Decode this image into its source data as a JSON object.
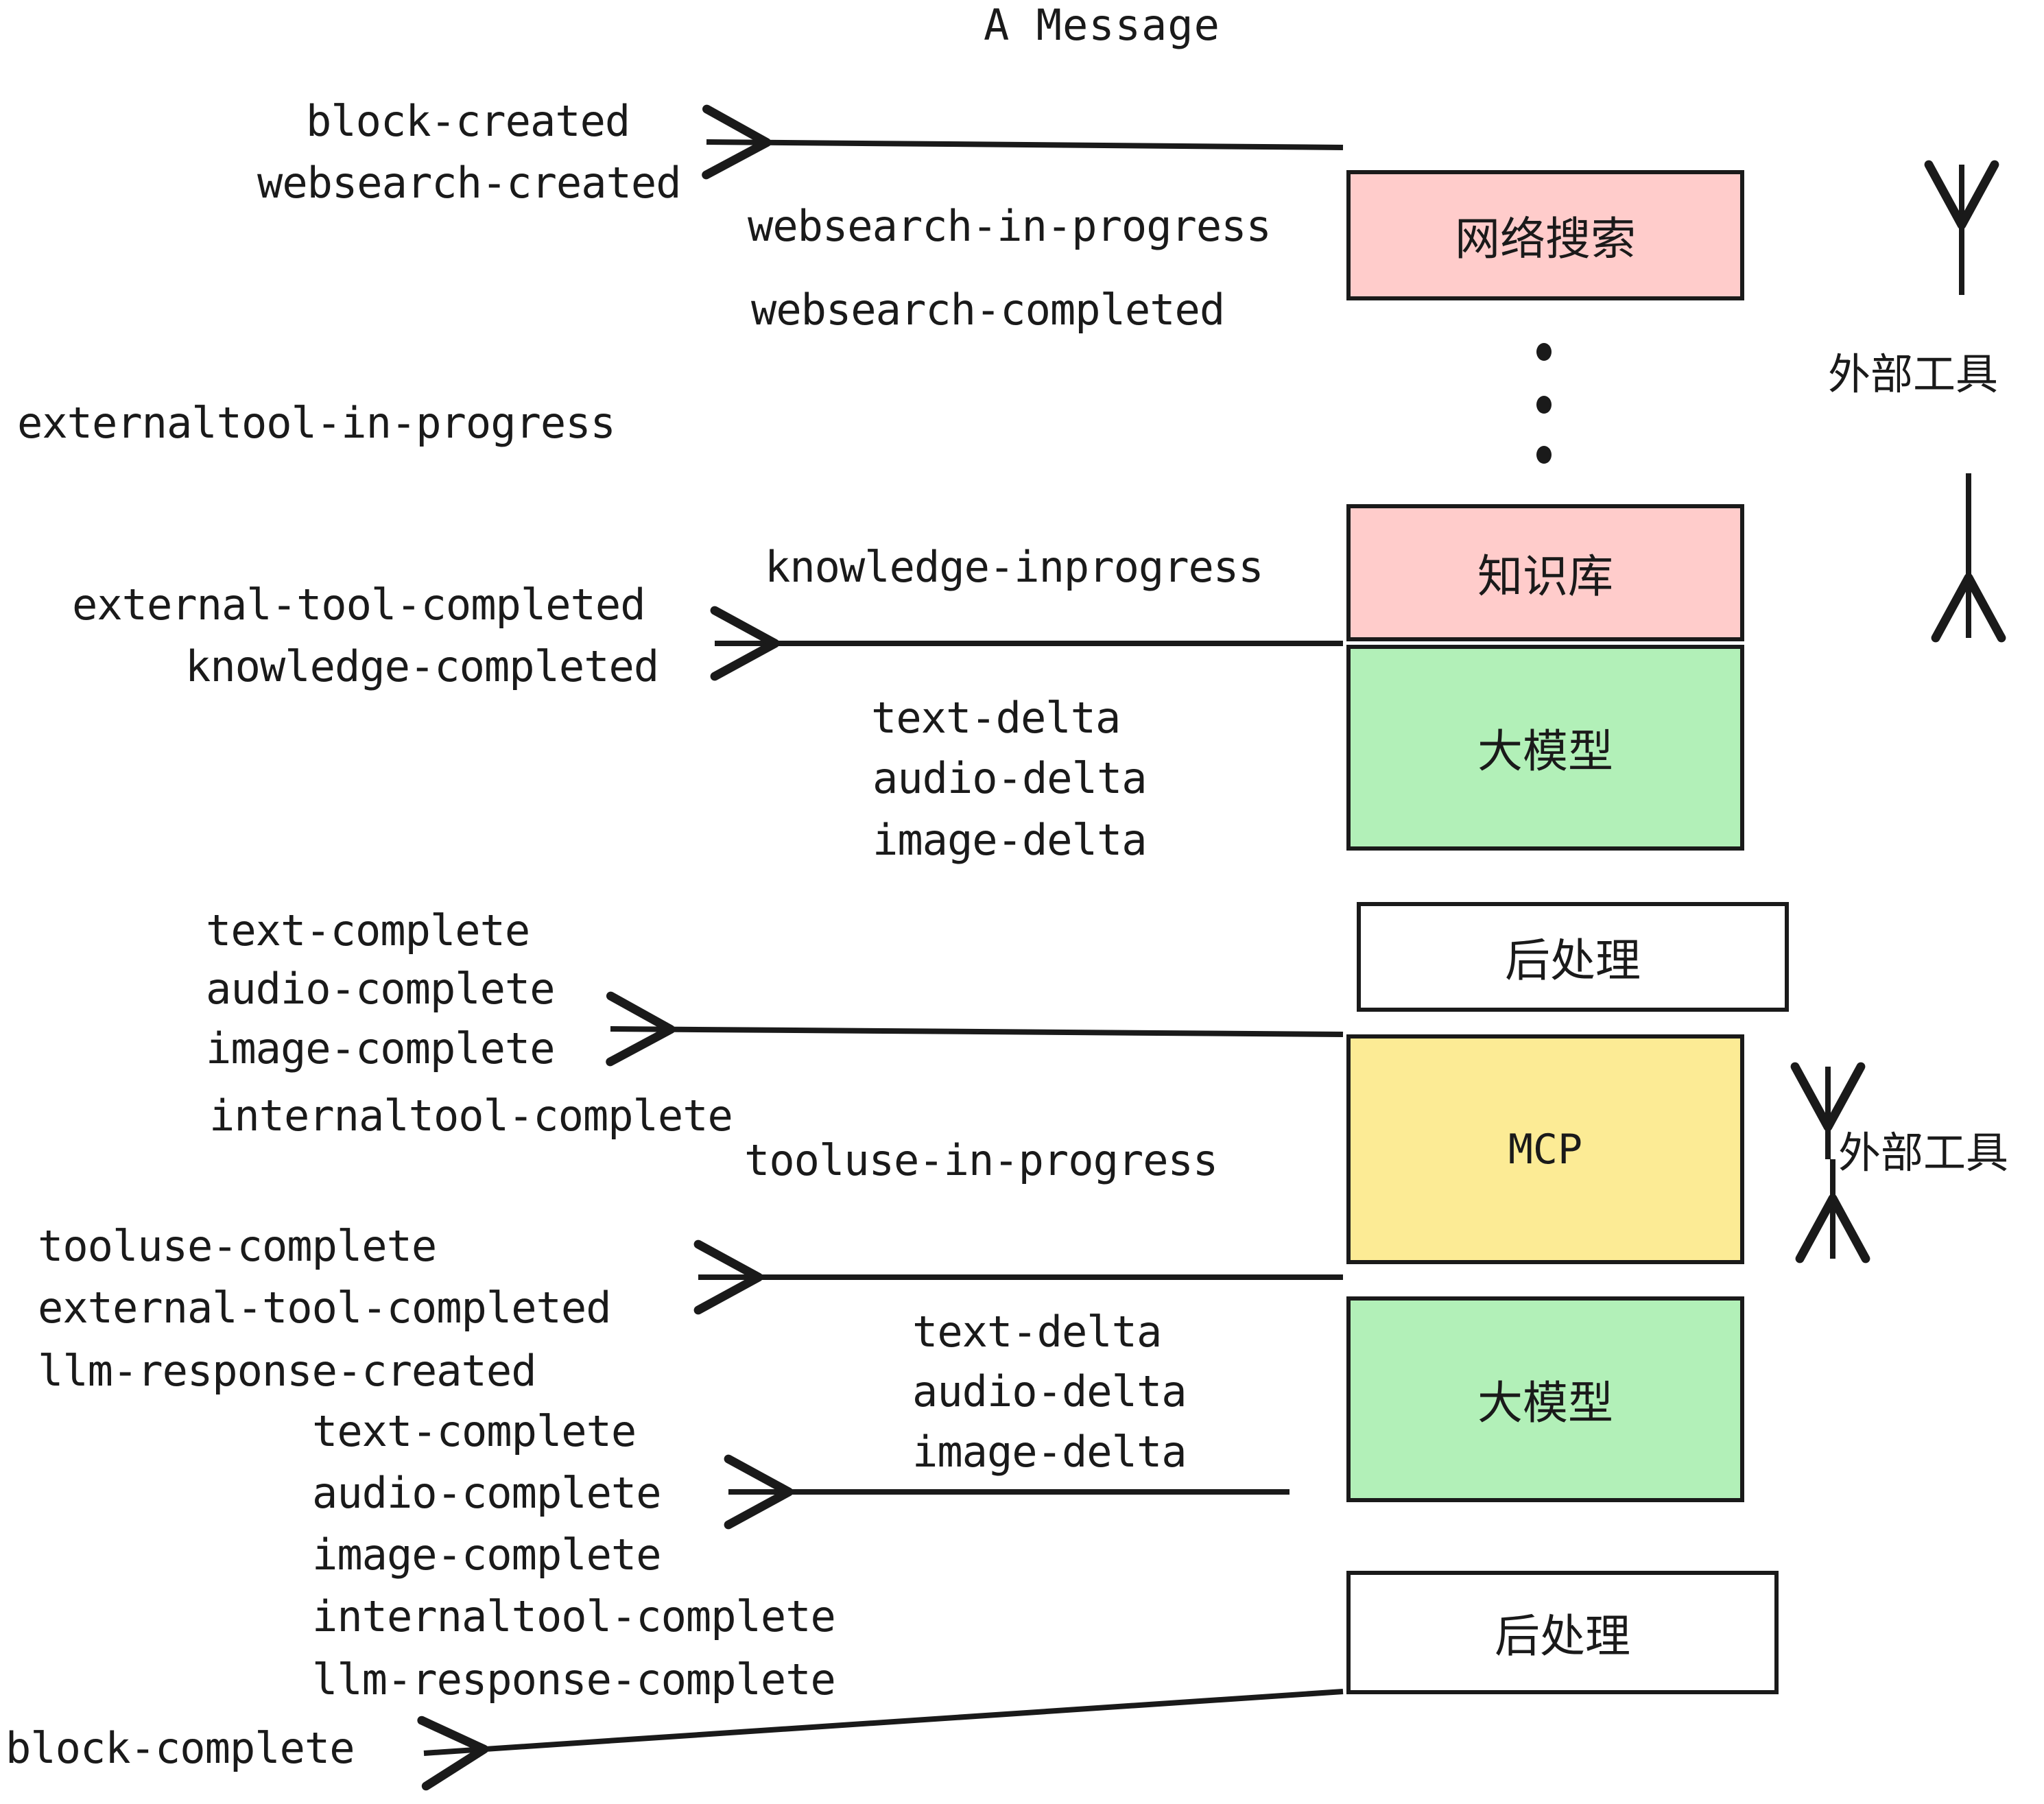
{
  "title": "A Message",
  "colors": {
    "pink": "#FFCCCB",
    "green": "#B2F0B8",
    "yellow": "#FCEB95",
    "white": "#FFFFFF",
    "stroke": "#1A1A1A"
  },
  "nodes": [
    {
      "id": "websearch",
      "label": "网络搜索",
      "fill": "#FFCCCB"
    },
    {
      "id": "knowledge",
      "label": "知识库",
      "fill": "#FFCCCB"
    },
    {
      "id": "llm-1",
      "label": "大模型",
      "fill": "#B2F0B8"
    },
    {
      "id": "postprocess-1",
      "label": "后处理",
      "fill": "#FFFFFF"
    },
    {
      "id": "mcp",
      "label": "MCP",
      "fill": "#FCEB95"
    },
    {
      "id": "llm-2",
      "label": "大模型",
      "fill": "#B2F0B8"
    },
    {
      "id": "postprocess-2",
      "label": "后处理",
      "fill": "#FFFFFF"
    }
  ],
  "side_labels": [
    {
      "id": "external-tool-top",
      "label": "外部工具"
    },
    {
      "id": "external-tool-bottom",
      "label": "外部工具"
    }
  ],
  "events": [
    {
      "id": "block-created",
      "text": "block-created"
    },
    {
      "id": "websearch-created",
      "text": "websearch-created"
    },
    {
      "id": "websearch-in-progress",
      "text": "websearch-in-progress"
    },
    {
      "id": "websearch-completed",
      "text": "websearch-completed"
    },
    {
      "id": "externaltool-in-progress",
      "text": "externaltool-in-progress"
    },
    {
      "id": "knowledge-inprogress",
      "text": "knowledge-inprogress"
    },
    {
      "id": "external-tool-completed-1",
      "text": "external-tool-completed"
    },
    {
      "id": "knowledge-completed",
      "text": "knowledge-completed"
    },
    {
      "id": "text-delta-1",
      "text": "text-delta"
    },
    {
      "id": "audio-delta-1",
      "text": "audio-delta"
    },
    {
      "id": "image-delta-1",
      "text": "image-delta"
    },
    {
      "id": "text-complete-1",
      "text": "text-complete"
    },
    {
      "id": "audio-complete-1",
      "text": "audio-complete"
    },
    {
      "id": "image-complete-1",
      "text": "image-complete"
    },
    {
      "id": "internaltool-complete-1",
      "text": "internaltool-complete"
    },
    {
      "id": "tooluse-in-progress",
      "text": "tooluse-in-progress"
    },
    {
      "id": "tooluse-complete",
      "text": "tooluse-complete"
    },
    {
      "id": "external-tool-completed-2",
      "text": "external-tool-completed"
    },
    {
      "id": "llm-response-created",
      "text": "llm-response-created"
    },
    {
      "id": "text-delta-2",
      "text": "text-delta"
    },
    {
      "id": "audio-delta-2",
      "text": "audio-delta"
    },
    {
      "id": "image-delta-2",
      "text": "image-delta"
    },
    {
      "id": "text-complete-2",
      "text": "text-complete"
    },
    {
      "id": "audio-complete-2",
      "text": "audio-complete"
    },
    {
      "id": "image-complete-2",
      "text": "image-complete"
    },
    {
      "id": "internaltool-complete-2",
      "text": "internaltool-complete"
    },
    {
      "id": "llm-response-complete",
      "text": "llm-response-complete"
    },
    {
      "id": "block-complete",
      "text": "block-complete"
    }
  ]
}
